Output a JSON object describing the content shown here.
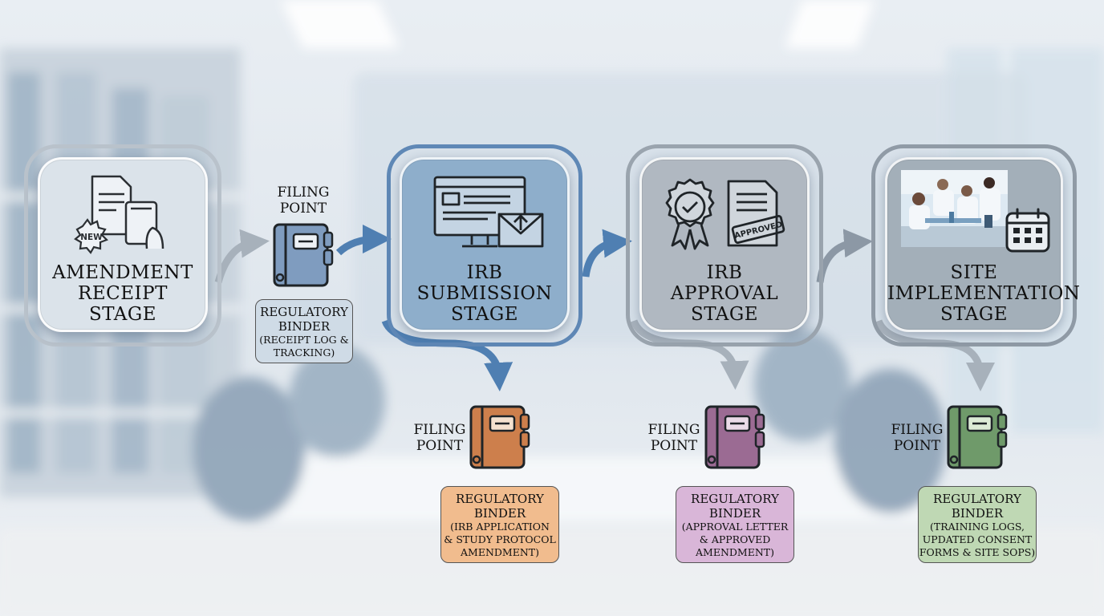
{
  "stages": [
    {
      "id": "receipt",
      "title_lines": [
        "Amendment",
        "Receipt",
        "Stage"
      ]
    },
    {
      "id": "submission",
      "title_lines": [
        "IRB",
        "Submission",
        "Stage"
      ]
    },
    {
      "id": "approval",
      "title_lines": [
        "IRB",
        "Approval",
        "Stage"
      ]
    },
    {
      "id": "implementation",
      "title_lines": [
        "Site",
        "Implementation",
        "Stage"
      ]
    }
  ],
  "icon_labels": {
    "new_badge": "NEW",
    "approved_stamp": "APPROVED"
  },
  "filing_points": [
    {
      "label_lines": [
        "FILING",
        "POINT"
      ],
      "binder_title_lines": [
        "REGULATORY",
        "BINDER"
      ],
      "binder_desc_lines": [
        "(RECEIPT LOG &",
        "TRACKING)"
      ]
    },
    {
      "label_lines": [
        "FILING",
        "POINT"
      ],
      "binder_title_lines": [
        "REGULATORY",
        "BINDER"
      ],
      "binder_desc_lines": [
        "(IRB APPLICATION",
        "& STUDY PROTOCOL",
        "AMENDMENT)"
      ]
    },
    {
      "label_lines": [
        "FILING",
        "POINT"
      ],
      "binder_title_lines": [
        "REGULATORY",
        "BINDER"
      ],
      "binder_desc_lines": [
        "(APPROVAL LETTER",
        "& APPROVED",
        "AMENDMENT)"
      ]
    },
    {
      "label_lines": [
        "FILING",
        "POINT"
      ],
      "binder_title_lines": [
        "REGULATORY",
        "BINDER"
      ],
      "binder_desc_lines": [
        "(TRAINING LOGS,",
        "UPDATED CONSENT",
        "FORMS & SITE SOPS)"
      ]
    }
  ],
  "colors": {
    "receipt": "#dbe3ea",
    "submission": "#8eaecb",
    "approval": "#b0b8c1",
    "implementation": "#a3afb9",
    "binder_blue": "#7f9cbf",
    "binder_orange": "#cd7f4c",
    "binder_purple": "#9b6b93",
    "binder_green": "#6f9a6a",
    "box_blue": "#cfdbe6",
    "box_orange": "#f1bc8e",
    "box_purple": "#d9b6d8",
    "box_green": "#bfd8b4"
  }
}
